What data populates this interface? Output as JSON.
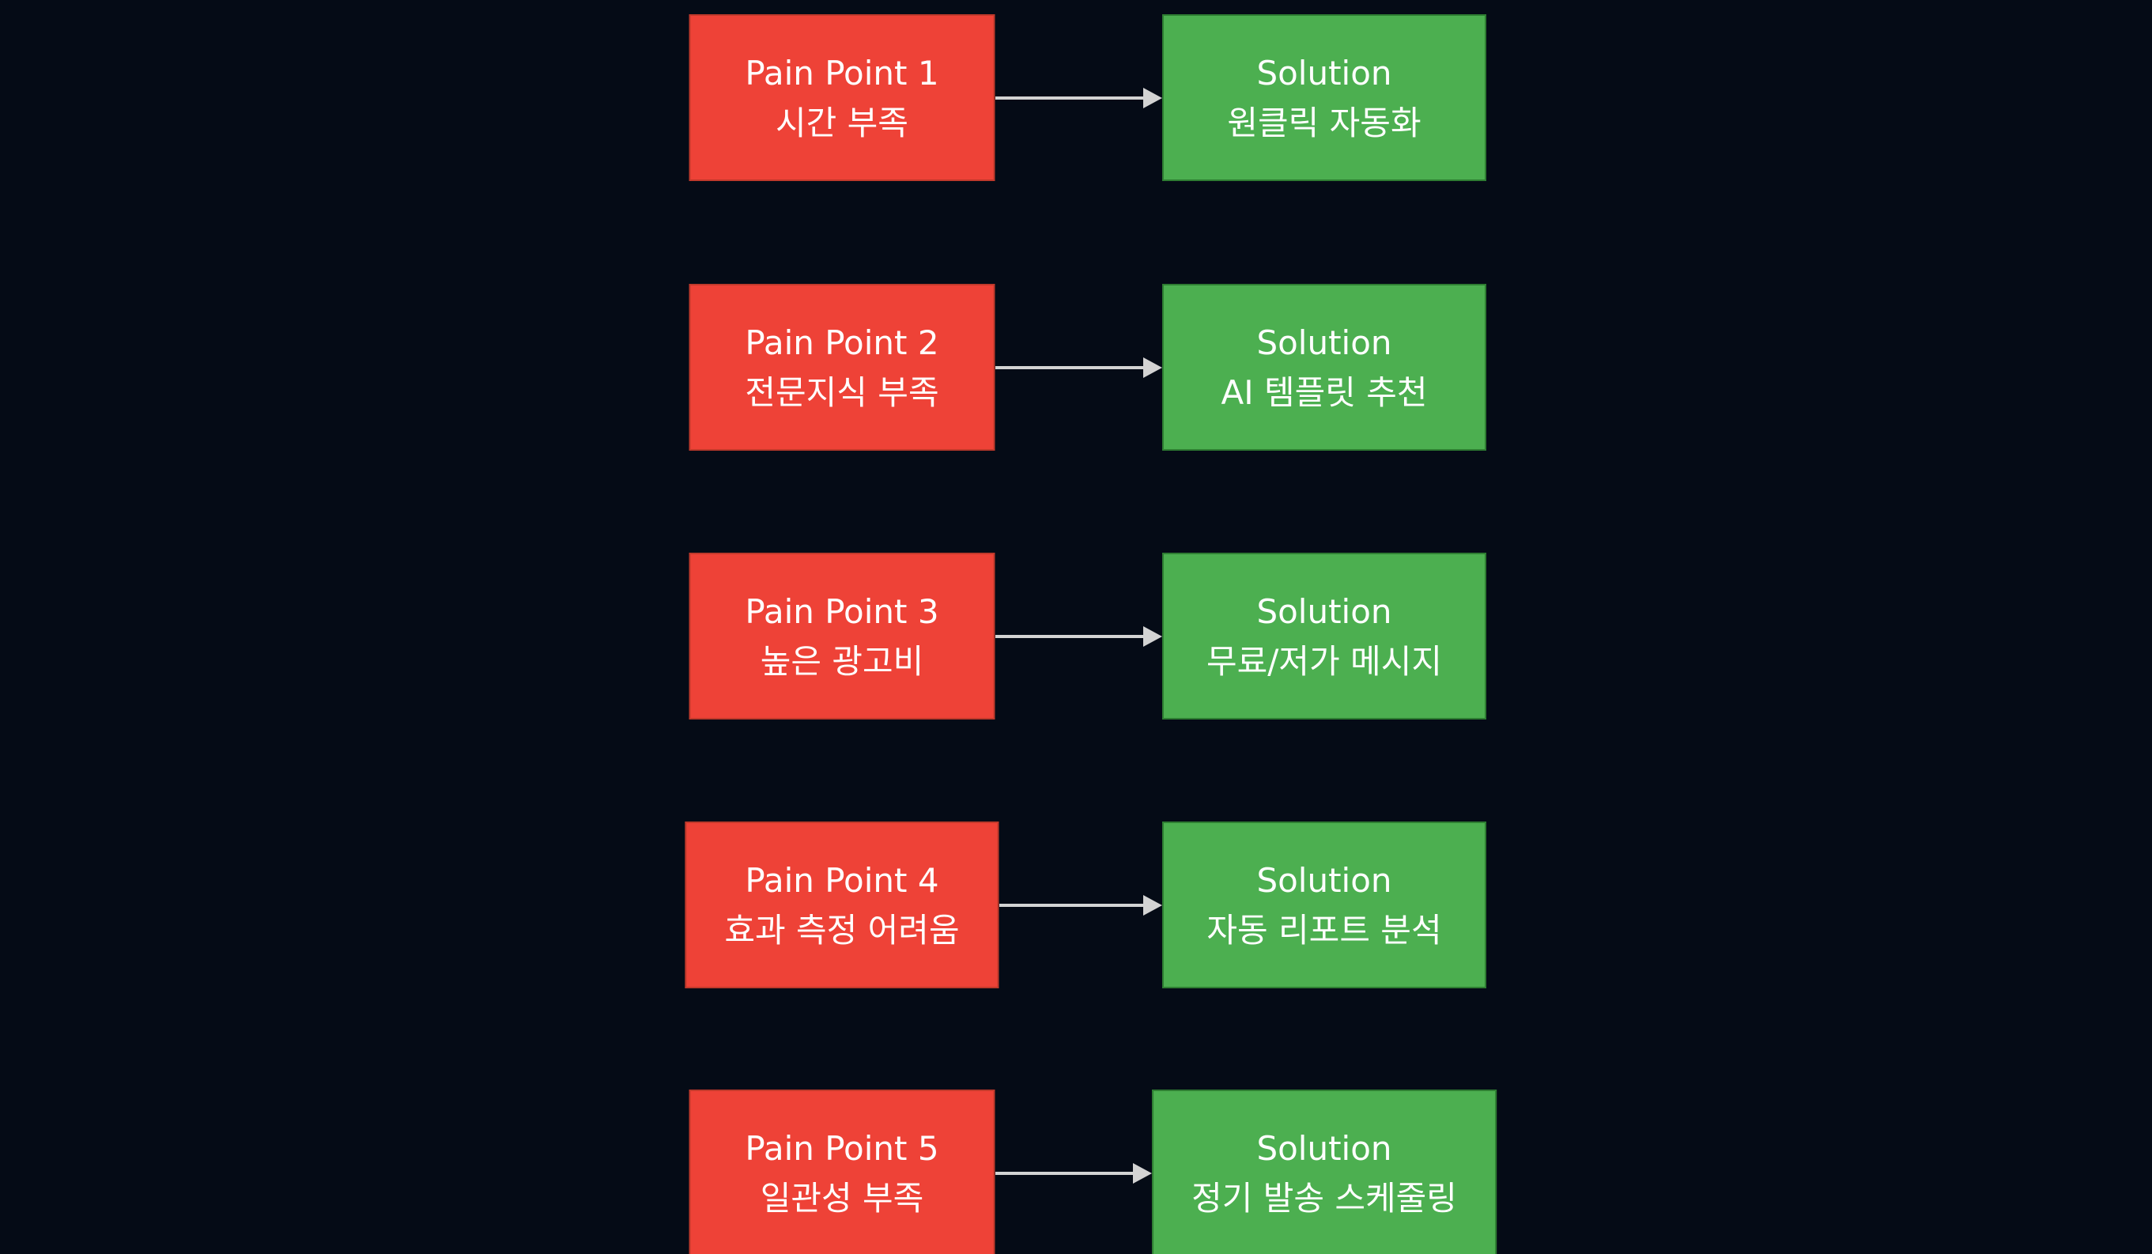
{
  "page": {
    "background": "#050b16"
  },
  "diagram": {
    "type": "flowchart-pain-solution-mapping",
    "colors": {
      "pain_fill": "#ee4237",
      "pain_border": "#c0392b",
      "solution_fill": "#4caf50",
      "solution_border": "#2e7d32",
      "arrow": "#d3d3d3",
      "text": "#ffffff",
      "background": "#050b16"
    },
    "rows": [
      {
        "pain": {
          "title": "Pain Point 1",
          "subtitle": "시간 부족"
        },
        "solution": {
          "title": "Solution",
          "subtitle": "원클릭 자동화"
        }
      },
      {
        "pain": {
          "title": "Pain Point 2",
          "subtitle": "전문지식 부족"
        },
        "solution": {
          "title": "Solution",
          "subtitle": "AI 템플릿 추천"
        }
      },
      {
        "pain": {
          "title": "Pain Point 3",
          "subtitle": "높은 광고비"
        },
        "solution": {
          "title": "Solution",
          "subtitle": "무료/저가 메시지"
        }
      },
      {
        "pain": {
          "title": "Pain Point 4",
          "subtitle": "효과 측정 어려움"
        },
        "solution": {
          "title": "Solution",
          "subtitle": "자동 리포트 분석"
        }
      },
      {
        "pain": {
          "title": "Pain Point 5",
          "subtitle": "일관성 부족"
        },
        "solution": {
          "title": "Solution",
          "subtitle": "정기 발송 스케줄링"
        }
      }
    ]
  }
}
